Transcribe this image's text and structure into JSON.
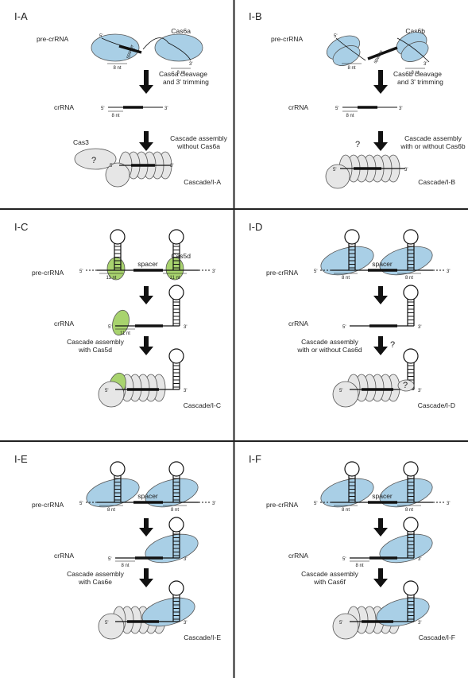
{
  "colors": {
    "blue": "#a9cfe6",
    "green": "#a8d36e",
    "grey_fill": "#e6e6e6",
    "stroke": "#555555",
    "divider": "#222222"
  },
  "panels": [
    {
      "id": "I-A",
      "title": "I-A",
      "protein": "Cas6a",
      "step1_label": "pre-crRNA",
      "step2_label": "crRNA",
      "spacer_label": "spacer",
      "repeat_len_left": "8 nt",
      "repeat_len_right": "8 nt",
      "crrna_len": "8 nt",
      "arrow1_text": [
        "Cas6a cleavage",
        "and 3' trimming"
      ],
      "arrow2_text": [
        "Cascade assembly",
        "without Cas6a"
      ],
      "question_mark": "?",
      "extra_protein": "Cas3",
      "result_label": "Cascade/I-A"
    },
    {
      "id": "I-B",
      "title": "I-B",
      "protein": "Cas6b",
      "step1_label": "pre-crRNA",
      "step2_label": "crRNA",
      "spacer_label": "spacer",
      "repeat_len_left": "8 nt",
      "repeat_len_right": "8 nt",
      "crrna_len": "8 nt",
      "arrow1_text": [
        "Cas6b cleavage",
        "and 3' trimming"
      ],
      "arrow2_text": [
        "Cascade assembly",
        "with or without Cas6b"
      ],
      "question_mark": "?",
      "result_label": "Cascade/I-B"
    },
    {
      "id": "I-C",
      "title": "I-C",
      "protein": "Cas5d",
      "step1_label": "pre-crRNA",
      "step2_label": "crRNA",
      "spacer_label": "spacer",
      "repeat_len_left": "11 nt",
      "repeat_len_right": "11 nt",
      "crrna_len": "11 nt",
      "arrow2_text": [
        "Cascade assembly",
        "with Cas5d"
      ],
      "result_label": "Cascade/I-C"
    },
    {
      "id": "I-D",
      "title": "I-D",
      "protein": "Cas6d",
      "step1_label": "pre-crRNA",
      "step2_label": "crRNA",
      "spacer_label": "spacer",
      "repeat_len_left": "8 nt",
      "repeat_len_right": "8 nt",
      "arrow2_text": [
        "Cascade assembly",
        "with or without Cas6d"
      ],
      "question_mark": "?",
      "result_label": "Cascade/I-D"
    },
    {
      "id": "I-E",
      "title": "I-E",
      "protein": "Cas6e",
      "step1_label": "pre-crRNA",
      "step2_label": "crRNA",
      "spacer_label": "spacer",
      "repeat_len_left": "8 nt",
      "repeat_len_right": "8 nt",
      "crrna_len": "8 nt",
      "arrow2_text": [
        "Cascade assembly",
        "with Cas6e"
      ],
      "result_label": "Cascade/I-E"
    },
    {
      "id": "I-F",
      "title": "I-F",
      "protein": "Cas6f",
      "step1_label": "pre-crRNA",
      "step2_label": "crRNA",
      "spacer_label": "spacer",
      "repeat_len_left": "8 nt",
      "repeat_len_right": "8 nt",
      "crrna_len": "8 nt",
      "arrow2_text": [
        "Cascade assembly",
        "with Cas6f"
      ],
      "result_label": "Cascade/I-F"
    }
  ],
  "end_labels": {
    "five_prime": "5'",
    "three_prime": "3'"
  }
}
